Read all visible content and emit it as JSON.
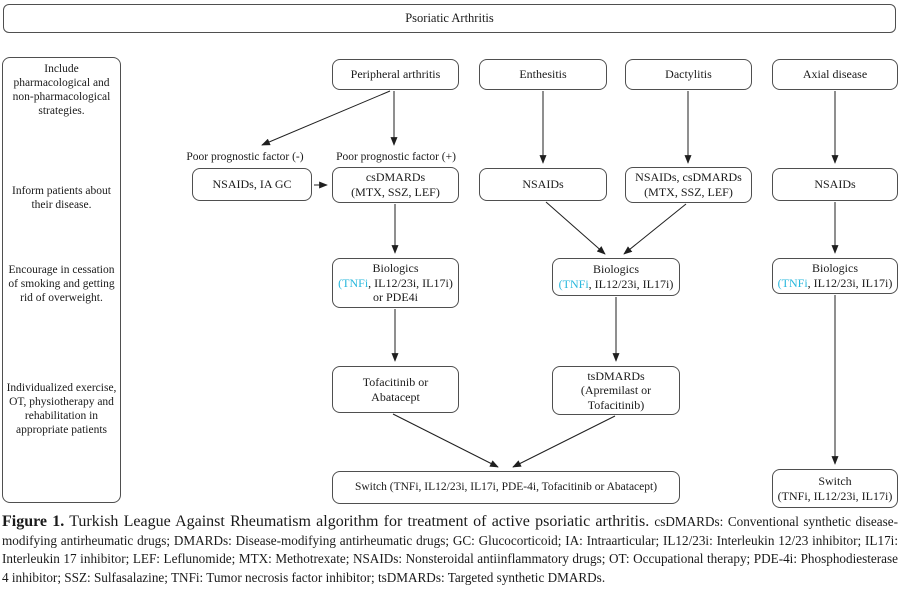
{
  "banner": {
    "title": "Psoriatic Arthritis"
  },
  "sidebar": {
    "notes": [
      "Include pharmacological and non-pharmacological strategies.",
      "Inform patients about their disease.",
      "Encourage in cessation of smoking and getting rid of overweight.",
      "Individualized exercise, OT, physiotherapy and rehabilitation in appropriate patients"
    ]
  },
  "labels": {
    "ppf_negative": "Poor prognostic factor (-)",
    "ppf_positive": "Poor prognostic factor (+)"
  },
  "nodes": {
    "peripheral_arthritis": "Peripheral arthritis",
    "enthesitis": "Enthesitis",
    "dactylitis": "Dactylitis",
    "axial_disease": "Axial disease",
    "nsaids_ia_gc": "NSAIDs, IA GC",
    "csdmards": {
      "line1": "csDMARDs",
      "line2": "(MTX, SSZ, LEF)"
    },
    "nsaids_enthesitis": "NSAIDs",
    "nsaids_csdmards": {
      "line1": "NSAIDs, csDMARDs",
      "line2": "(MTX, SSZ, LEF)"
    },
    "nsaids_axial": "NSAIDs",
    "biologics_peripheral": {
      "line1": "Biologics",
      "tnfi": "(TNFi",
      "rest": ", IL12/23i, IL17i)",
      "line3": "or PDE4i"
    },
    "biologics_mid": {
      "line1": "Biologics",
      "tnfi": "(TNFi",
      "rest": ", IL12/23i, IL17i)"
    },
    "biologics_axial": {
      "line1": "Biologics",
      "tnfi": "(TNFi",
      "rest": ", IL12/23i, IL17i)"
    },
    "tofacitinib_abatacept": {
      "line1": "Tofacitinib or",
      "line2": "Abatacept"
    },
    "tsdmards": {
      "line1": "tsDMARDs",
      "line2": "(Apremilast or",
      "line3": "Tofacitinib)"
    },
    "switch_main": "Switch (TNFi, IL12/23i, IL17i, PDE-4i, Tofacitinib or Abatacept)",
    "switch_axial": {
      "line1": "Switch",
      "line2": "(TNFi, IL12/23i, IL17i)"
    }
  },
  "caption": {
    "figure_label": "Figure 1.",
    "title": " Turkish League Against Rheumatism algorithm for treatment of active psoriatic arthritis. ",
    "abbreviations": "csDMARDs: Conventional synthetic disease-modifying antirheumatic drugs; DMARDs: Disease-modifying antirheumatic drugs; GC: Glucocorticoid; IA: Intraarticular; IL12/23i: Interleukin 12/23 inhibitor; IL17i: Interleukin 17 inhibitor; LEF: Leflunomide; MTX: Methotrexate; NSAIDs: Nonsteroidal antiinflammatory drugs; OT: Occupational therapy; PDE-4i: Phosphodiesterase 4 inhibitor; SSZ: Sulfasalazine; TNFi: Tumor necrosis factor inhibitor; tsDMARDs: Targeted synthetic DMARDs."
  },
  "colors": {
    "accent_cyan": "#29b8dd",
    "box_border": "#4f4f4f",
    "line": "#1f1f1f"
  }
}
